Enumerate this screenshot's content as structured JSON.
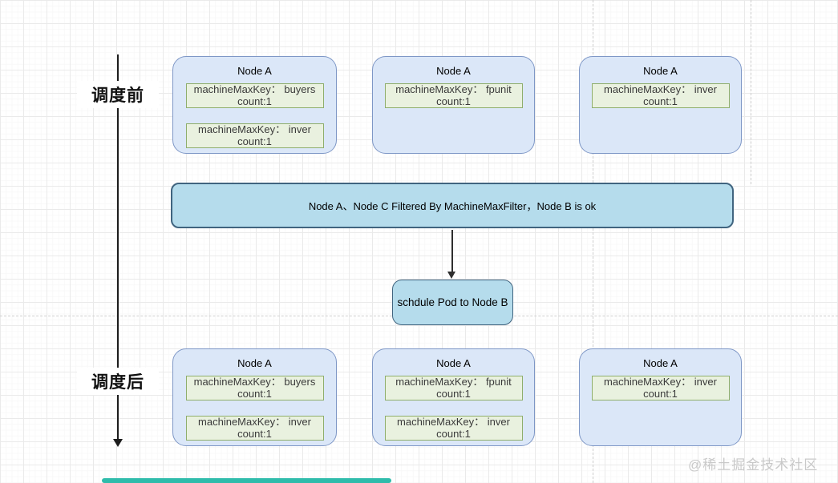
{
  "timeline": {
    "before_label": "调度前",
    "after_label": "调度后"
  },
  "nodes": {
    "top": [
      {
        "title": "Node A",
        "entries": [
          {
            "line1": "machineMaxKey： buyers",
            "line2": "count:1"
          },
          {
            "line1": "machineMaxKey： inver",
            "line2": "count:1"
          }
        ]
      },
      {
        "title": "Node A",
        "entries": [
          {
            "line1": "machineMaxKey： fpunit",
            "line2": "count:1"
          }
        ]
      },
      {
        "title": "Node A",
        "entries": [
          {
            "line1": "machineMaxKey： inver",
            "line2": "count:1"
          }
        ]
      }
    ],
    "bottom": [
      {
        "title": "Node A",
        "entries": [
          {
            "line1": "machineMaxKey： buyers",
            "line2": "count:1"
          },
          {
            "line1": "machineMaxKey： inver",
            "line2": "count:1"
          }
        ]
      },
      {
        "title": "Node A",
        "entries": [
          {
            "line1": "machineMaxKey： fpunit",
            "line2": "count:1"
          },
          {
            "line1": "machineMaxKey： inver",
            "line2": "count:1"
          }
        ]
      },
      {
        "title": "Node A",
        "entries": [
          {
            "line1": "machineMaxKey： inver",
            "line2": "count:1"
          }
        ]
      }
    ]
  },
  "filter_banner": {
    "text": "Node A、Node C Filtered By MachineMaxFilter，Node B is ok"
  },
  "schedule_box": {
    "text": "schdule Pod to Node B"
  },
  "watermark": {
    "text": "@稀土掘金技术社区"
  },
  "colors": {
    "node_fill": "#dbe7f8",
    "node_border": "#7e97c6",
    "entry_fill": "#e9f1df",
    "entry_border": "#8fae6c",
    "banner_fill": "#b5dcec",
    "banner_border": "#40647f",
    "progress_teal": "#2fbcab"
  }
}
